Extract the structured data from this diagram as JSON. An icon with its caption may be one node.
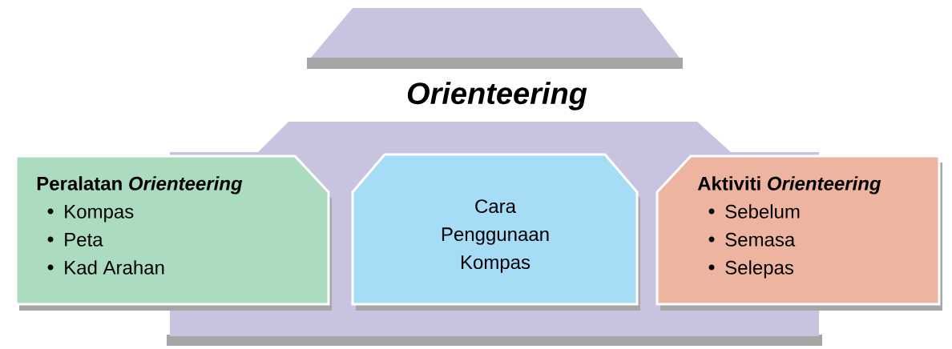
{
  "diagram": {
    "title": "Orienteering",
    "nodes": [
      {
        "text": [
          "Peralatan *Orienteering*",
          "Kompas",
          "Peta",
          "Kad Arahan"
        ]
      },
      {
        "text": [
          "Cara Penggunaan Kompas"
        ]
      },
      {
        "text": [
          "Aktiviti *Orienteering*",
          "Sebelum",
          "Semasa",
          "Selepas"
        ]
      }
    ]
  }
}
